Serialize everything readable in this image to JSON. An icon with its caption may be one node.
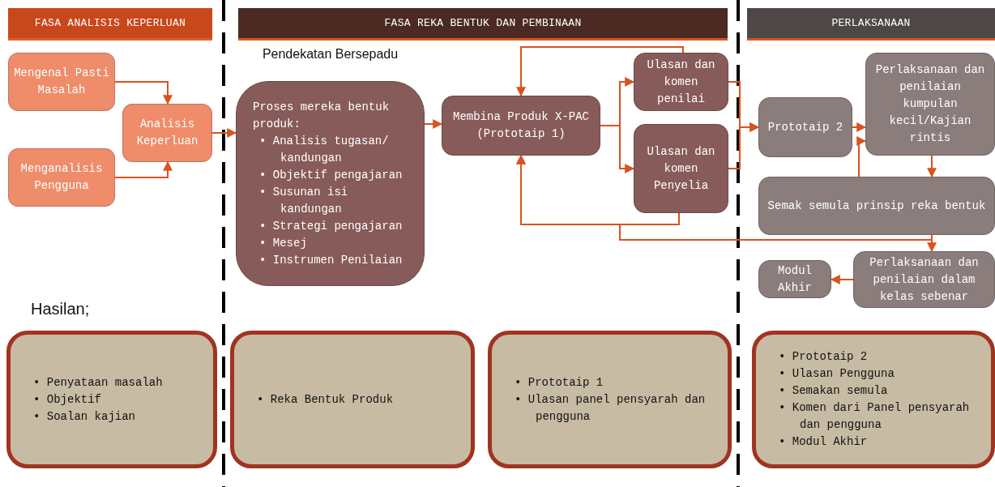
{
  "diagram": {
    "nodes": [
      {
        "text": [
          "FASA ANALISIS KEPERLUAN"
        ]
      },
      {
        "text": [
          "FASA REKA BENTUK DAN PEMBINAAN"
        ]
      },
      {
        "text": [
          "PERLAKSANAAN"
        ]
      },
      {
        "text": [
          "Mengenal Pasti Masalah"
        ]
      },
      {
        "text": [
          "Menganalisis Pengguna"
        ]
      },
      {
        "text": [
          "Analisis Keperluan"
        ]
      },
      {
        "text": [
          "Pendekatan Bersepadu",
          "Proses mereka bentuk produk:",
          "• Analisis tugasan/ kandungan",
          "• Objektif pengajaran",
          "• Susunan isi kandungan",
          "• Strategi pengajaran",
          "• Mesej",
          "• Instrumen Penilaian"
        ]
      },
      {
        "text": [
          "Membina Produk X-PAC (Prototaip 1)"
        ]
      },
      {
        "text": [
          "Ulasan dan komen penilai"
        ]
      },
      {
        "text": [
          "Ulasan dan komen Penyelia"
        ]
      },
      {
        "text": [
          "Prototaip 2"
        ]
      },
      {
        "text": [
          "Perlaksanaan dan penilaian kumpulan kecil/Kajian rintis"
        ]
      },
      {
        "text": [
          "Semak semula prinsip reka bentuk"
        ]
      },
      {
        "text": [
          "Modul Akhir"
        ]
      },
      {
        "text": [
          "Perlaksanaan dan penilaian dalam kelas sebenar"
        ]
      },
      {
        "text": [
          "• Penyataan masalah",
          "• Objektif",
          "• Soalan kajian"
        ]
      },
      {
        "text": [
          "• Reka Bentuk Produk"
        ]
      },
      {
        "text": [
          "• Prototaip 1",
          "• Ulasan panel pensyarah dan pengguna"
        ]
      },
      {
        "text": [
          "• Prototaip 2",
          "• Ulasan Pengguna",
          "• Semakan semula",
          "• Komen dari Panel pensyarah dan pengguna",
          "• Modul Akhir"
        ]
      }
    ],
    "edges": [
      {
        "from": 3,
        "to": 5,
        "arrow": "to"
      },
      {
        "from": 4,
        "to": 5,
        "arrow": "to"
      },
      {
        "from": 5,
        "to": 6,
        "arrow": "to"
      },
      {
        "from": 6,
        "to": 7,
        "arrow": "to"
      },
      {
        "from": 7,
        "to": 8,
        "arrow": "to"
      },
      {
        "from": 7,
        "to": 9,
        "arrow": "to"
      },
      {
        "from": 8,
        "to": 7,
        "arrow": "to"
      },
      {
        "from": 9,
        "to": 7,
        "arrow": "to"
      },
      {
        "from": 8,
        "to": 10,
        "arrow": "to"
      },
      {
        "from": 9,
        "to": 10,
        "arrow": "to"
      },
      {
        "from": 10,
        "to": 11,
        "arrow": "to"
      },
      {
        "from": 12,
        "to": 11,
        "arrow": "to"
      },
      {
        "from": 11,
        "to": 12,
        "arrow": "to"
      },
      {
        "from": 12,
        "to": 14,
        "arrow": "to"
      },
      {
        "from": 12,
        "to": 7,
        "arrow": "to"
      },
      {
        "from": 14,
        "to": 13,
        "arrow": "to"
      }
    ],
    "labels": [
      "Hasilan;"
    ]
  }
}
